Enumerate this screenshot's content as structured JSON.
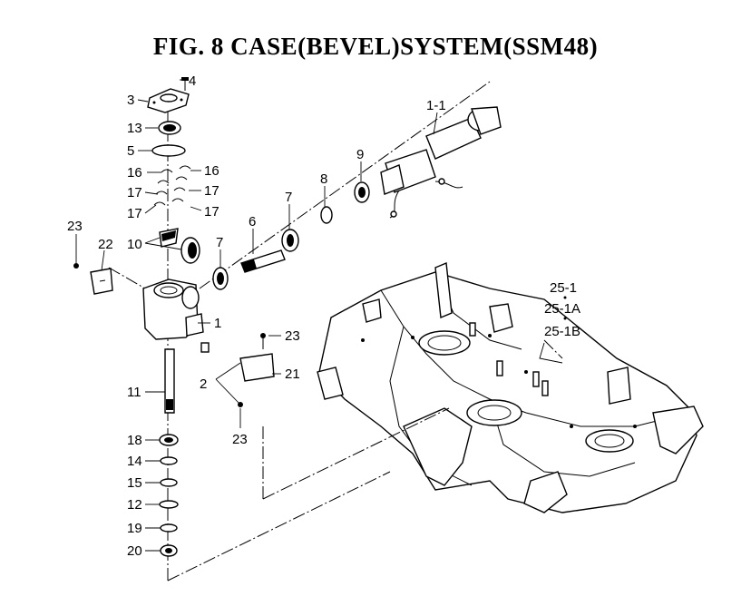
{
  "title": "FIG. 8  CASE(BEVEL)SYSTEM(SSM48)",
  "labels": {
    "l4": "4",
    "l3": "3",
    "l13": "13",
    "l5": "5",
    "l16a": "16",
    "l16b": "16",
    "l17a": "17",
    "l17b": "17",
    "l17c": "17",
    "l17d": "17",
    "l23a": "23",
    "l22": "22",
    "l10": "10",
    "l7a": "7",
    "l7b": "7",
    "l6": "6",
    "l8": "8",
    "l9": "9",
    "l1_1": "1-1",
    "l1": "1",
    "l2": "2",
    "l23b": "23",
    "l21": "21",
    "l23c": "23",
    "l11": "11",
    "l18": "18",
    "l14": "14",
    "l15": "15",
    "l12": "12",
    "l19": "19",
    "l20": "20",
    "l25_1": "25-1",
    "l25_1a": "25-1A",
    "l25_1b": "25-1B"
  }
}
